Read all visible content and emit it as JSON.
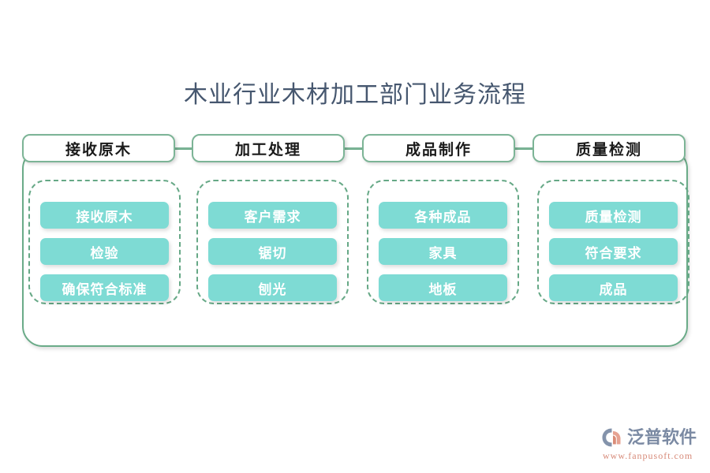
{
  "title": "木业行业木材加工部门业务流程",
  "colors": {
    "title_text": "#46576f",
    "frame_border": "#6aab88",
    "header_border": "#7cb496",
    "dashed_border": "#66a886",
    "chip_fill": "#7edbd4",
    "chip_text": "#ffffff",
    "logo_word": "#7b8aa3",
    "logo_url": "#d78a79",
    "background": "#ffffff"
  },
  "columns": [
    {
      "header": "接收原木",
      "items": [
        "接收原木",
        "检验",
        "确保符合标准"
      ]
    },
    {
      "header": "加工处理",
      "items": [
        "客户需求",
        "锯切",
        "刨光"
      ]
    },
    {
      "header": "成品制作",
      "items": [
        "各种成品",
        "家具",
        "地板"
      ]
    },
    {
      "header": "质量检测",
      "items": [
        "质量检测",
        "符合要求",
        "成品"
      ]
    }
  ],
  "logo": {
    "name": "泛普软件",
    "url": "www.fanpusoft.com",
    "mark": "fanpu-arc-icon"
  }
}
